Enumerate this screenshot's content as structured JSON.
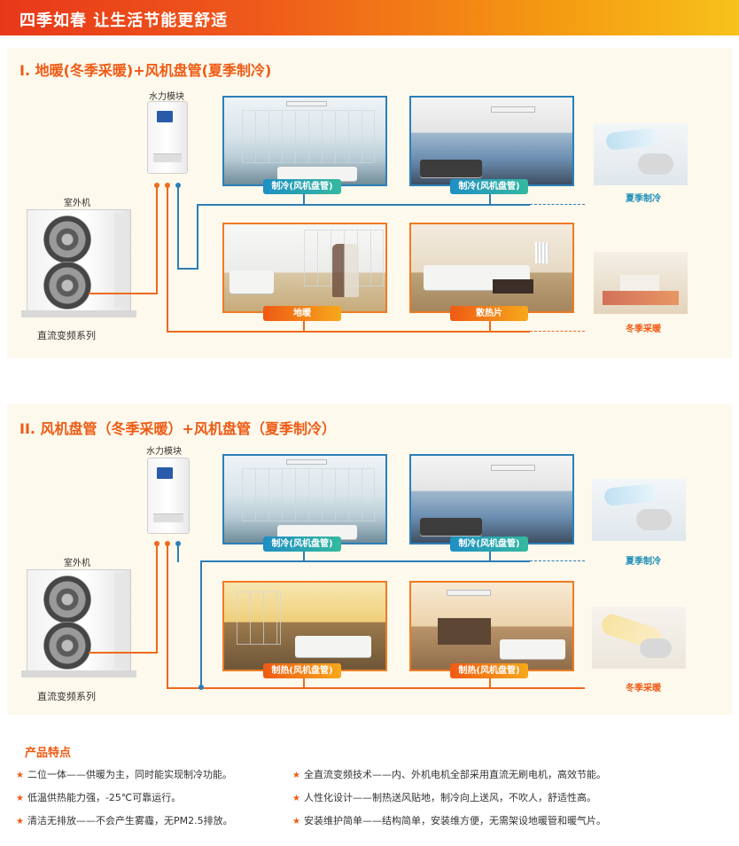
{
  "header": {
    "title": "四季如春 让生活节能更舒适"
  },
  "section1": {
    "title": "I. 地暖(冬季采暖)+风机盘管(夏季制冷)",
    "hydro_label": "水力模块",
    "outdoor_label": "室外机",
    "series_label": "直流变频系列",
    "pills": [
      "制冷(风机盘管)",
      "制冷(风机盘管)",
      "地暖",
      "散热片"
    ],
    "summer_caption": "夏季制冷",
    "winter_caption": "冬季采暖"
  },
  "section2": {
    "title": "II. 风机盘管（冬季采暖）+风机盘管（夏季制冷）",
    "hydro_label": "水力模块",
    "outdoor_label": "室外机",
    "series_label": "直流变频系列",
    "pills": [
      "制冷(风机盘管)",
      "制冷(风机盘管)",
      "制热(风机盘管)",
      "制热(风机盘管)"
    ],
    "summer_caption": "夏季制冷",
    "winter_caption": "冬季采暖"
  },
  "features": {
    "title": "产品特点",
    "left": [
      "二位一体——供暖为主，同时能实现制冷功能。",
      "低温供热能力强，-25℃可靠运行。",
      "清洁无排放——不会产生雾霾，无PM2.5排放。"
    ],
    "right": [
      "全直流变频技术——内、外机电机全部采用直流无刷电机，高效节能。",
      "人性化设计——制热送风贴地，制冷向上送风，不吹人，舒适性高。",
      "安装维护简单——结构简单，安装维方便，无需架设地暖管和暖气片。"
    ]
  },
  "colors": {
    "accent": "#ef5a14",
    "blue": "#2c7fb8",
    "panel": "#fdf9ec"
  }
}
